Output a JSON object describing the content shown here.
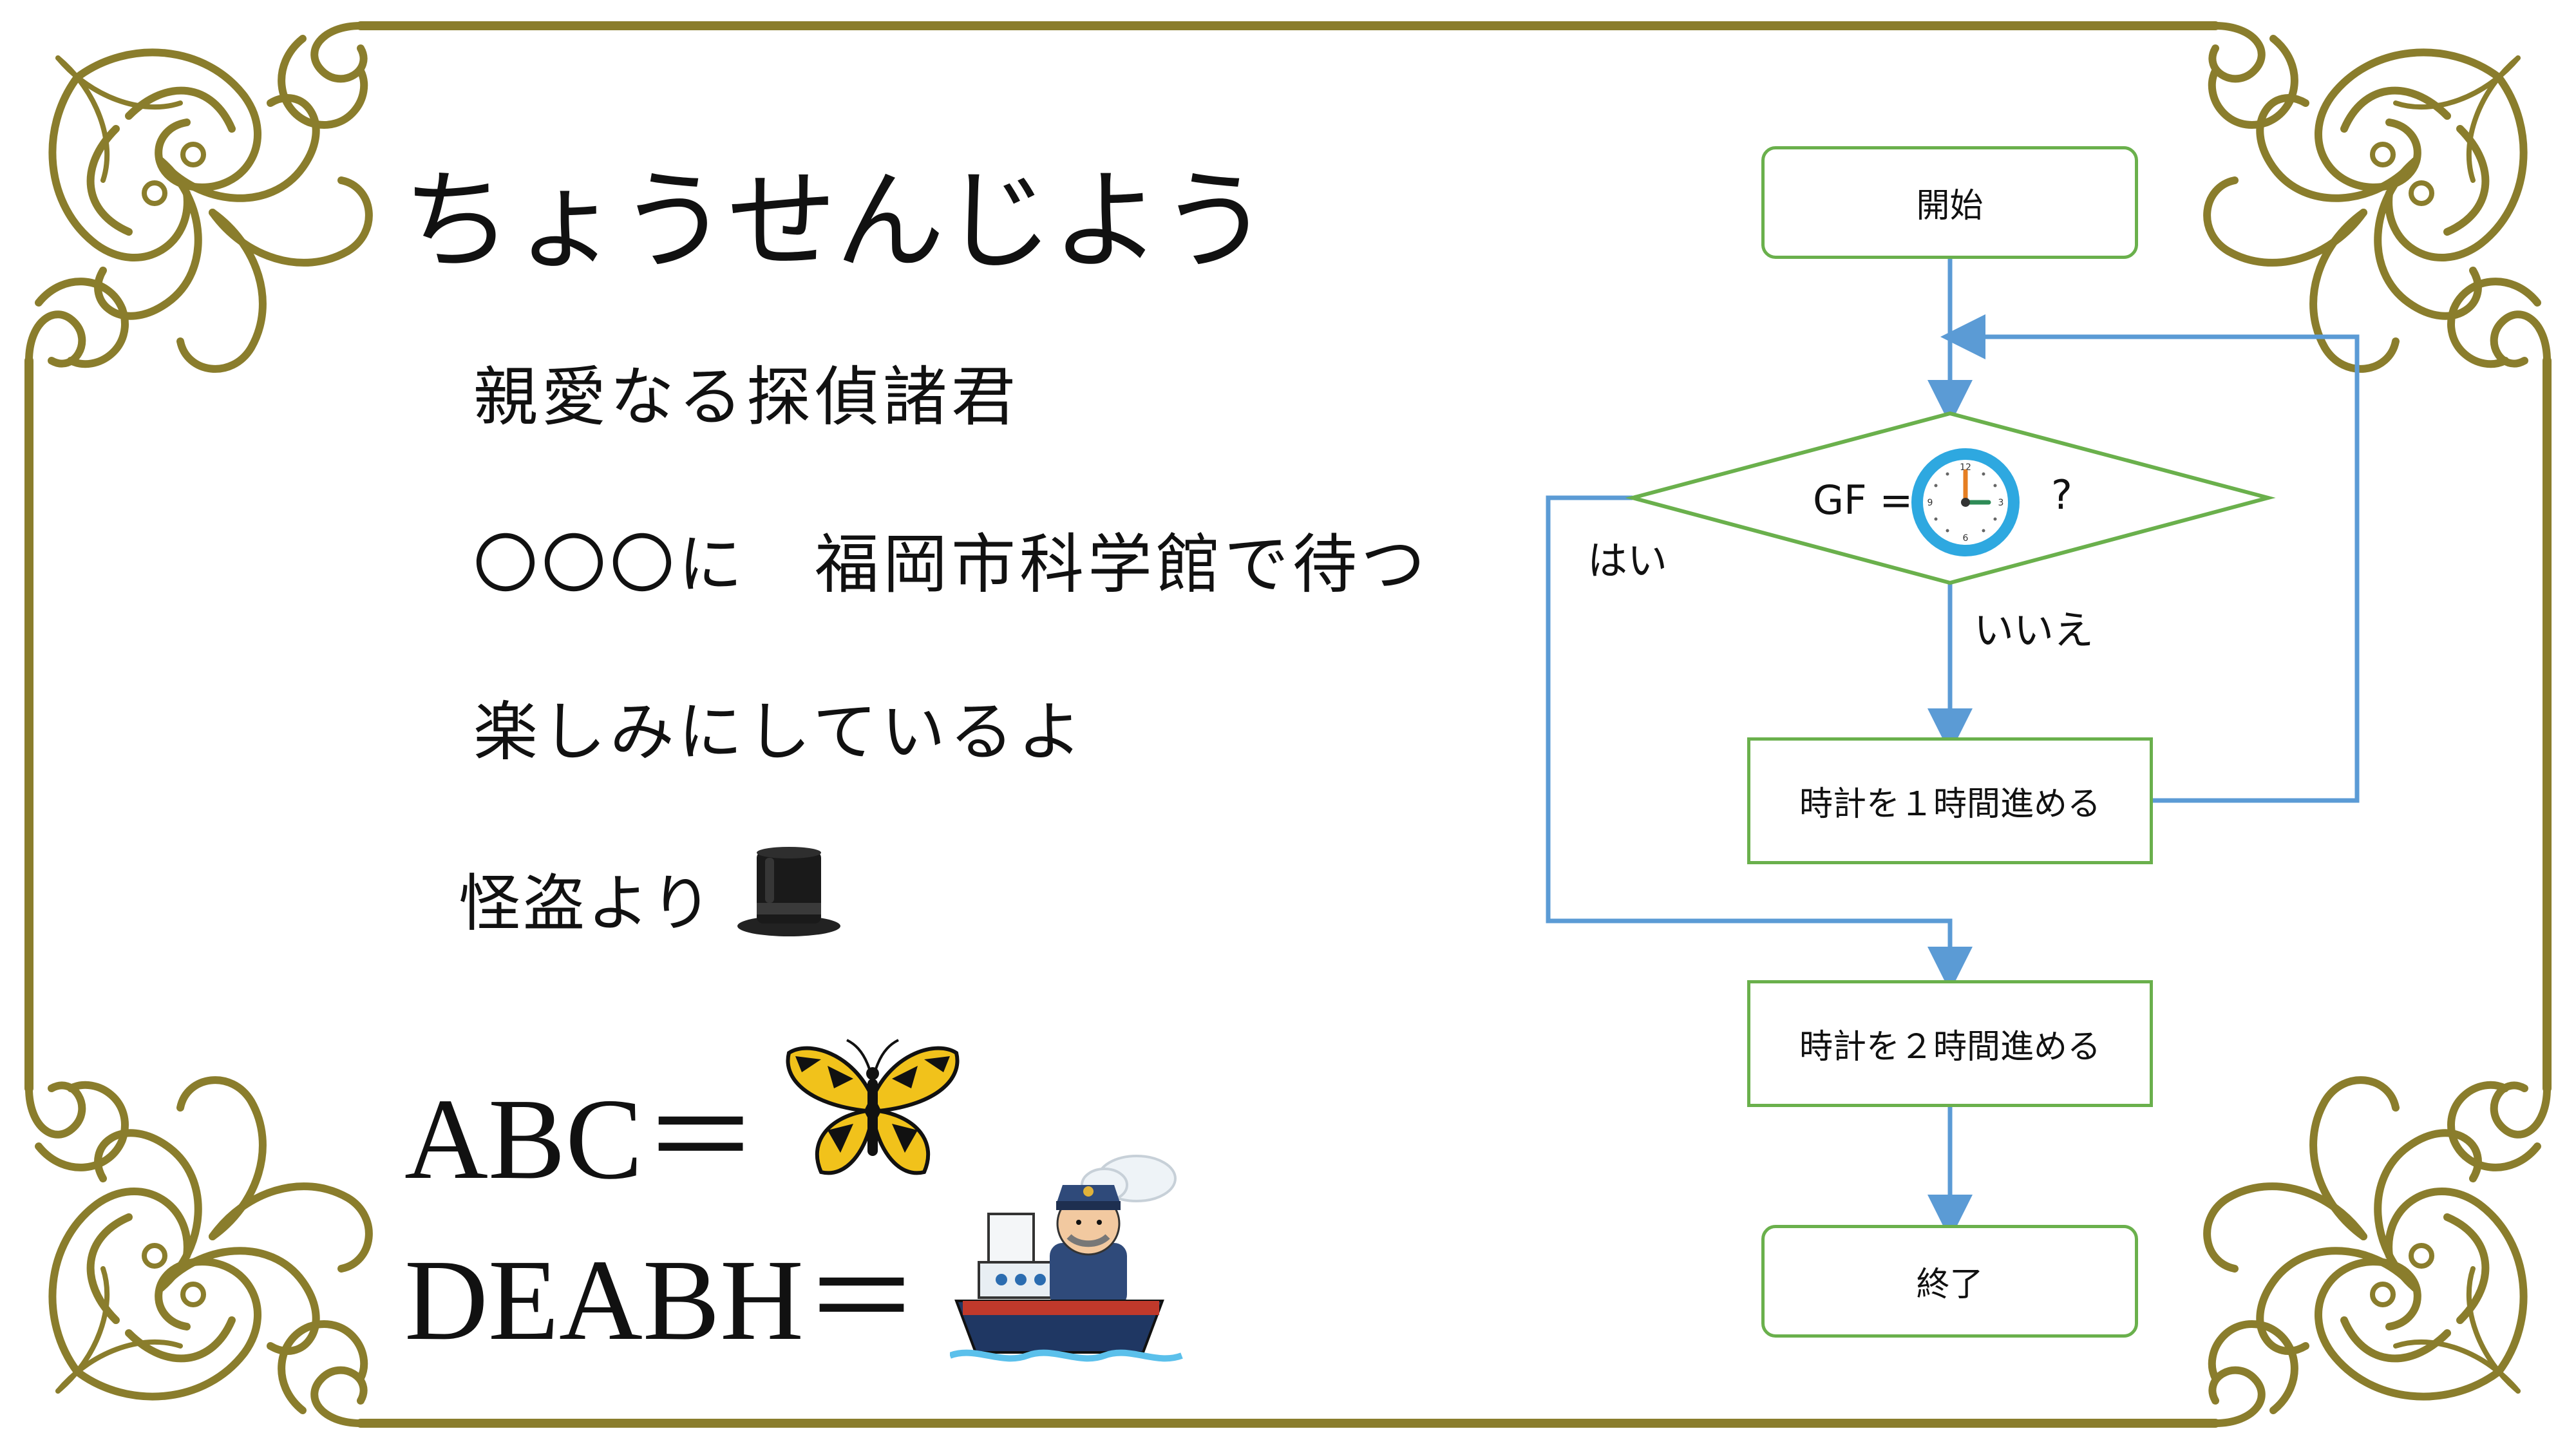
{
  "letter": {
    "title": "ちょうせんじよう",
    "line1": "親愛なる探偵諸君",
    "line2": "〇〇〇に　福岡市科学館で待つ",
    "line3": "楽しみにしているよ",
    "signature": "怪盗より",
    "signature_icon": "top-hat-icon",
    "eq1": "ABC＝",
    "eq1_icon": "butterfly-icon",
    "eq2": "DEABH＝",
    "eq2_icon": "ship-captain-icon"
  },
  "flowchart": {
    "start": "開始",
    "condition_prefix": "GF =",
    "condition_icon": "clock-icon",
    "condition_suffix": "?",
    "yes_label": "はい",
    "no_label": "いいえ",
    "step1": "時計を１時間進める",
    "step2": "時計を２時間進める",
    "end": "終了",
    "line_color": "#5b9bd5",
    "box_color": "#6ab04c"
  },
  "frame_color": "#8a7d2c"
}
